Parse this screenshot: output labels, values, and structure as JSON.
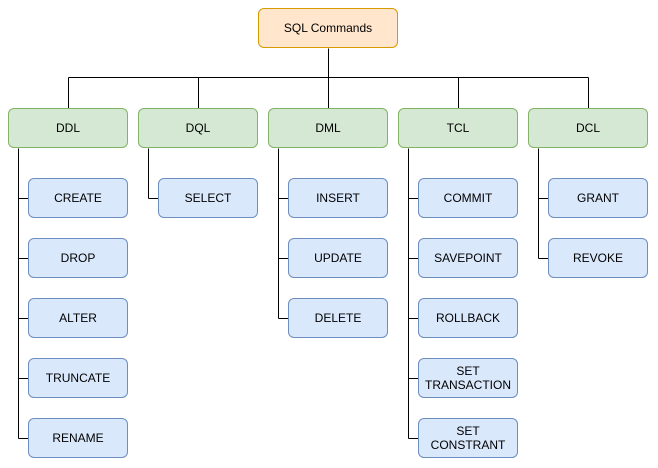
{
  "colors": {
    "root_fill": "#ffe6cc",
    "root_border": "#d79b00",
    "category_fill": "#d5e8d4",
    "category_border": "#82b366",
    "command_fill": "#dae8fc",
    "command_border": "#6c8ebf",
    "connector": "#000000"
  },
  "root": {
    "label": "SQL Commands"
  },
  "categories": [
    {
      "label": "DDL",
      "commands": [
        "CREATE",
        "DROP",
        "ALTER",
        "TRUNCATE",
        "RENAME"
      ]
    },
    {
      "label": "DQL",
      "commands": [
        "SELECT"
      ]
    },
    {
      "label": "DML",
      "commands": [
        "INSERT",
        "UPDATE",
        "DELETE"
      ]
    },
    {
      "label": "TCL",
      "commands": [
        "COMMIT",
        "SAVEPOINT",
        "ROLLBACK",
        "SET\nTRANSACTION",
        "SET\nCONSTRANT"
      ]
    },
    {
      "label": "DCL",
      "commands": [
        "GRANT",
        "REVOKE"
      ]
    }
  ]
}
